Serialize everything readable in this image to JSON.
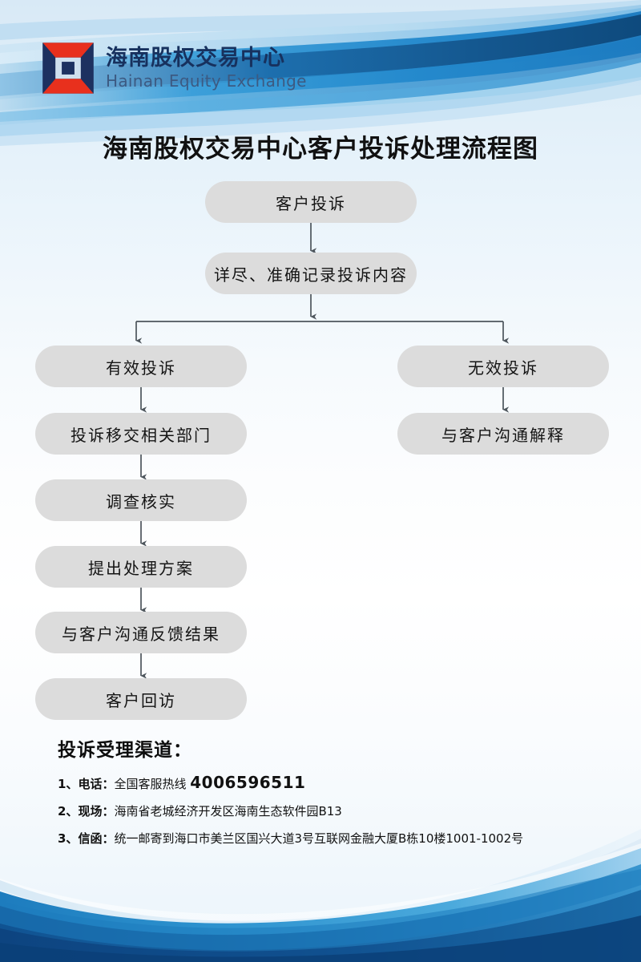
{
  "brand": {
    "logo_icon": "hainan-equity-diamond-logo",
    "name_cn": "海南股权交易中心",
    "name_en": "Hainan Equity Exchange",
    "colors": {
      "logo_navy": "#1d3160",
      "logo_red": "#e8301d",
      "band_dark_blue": "#1668a8",
      "band_blue": "#2e9ad8",
      "band_deep": "#114f8c",
      "page_bg_top": "#d8e9f6"
    }
  },
  "title": "海南股权交易中心客户投诉处理流程图",
  "flowchart": {
    "type": "flowchart",
    "node_fill": "#dcdcdc",
    "connector_color": "#4d555c",
    "nodes": [
      {
        "id": "n1",
        "label": "客户投诉"
      },
      {
        "id": "n2",
        "label": "详尽、准确记录投诉内容"
      },
      {
        "id": "n3",
        "label": "有效投诉"
      },
      {
        "id": "n4",
        "label": "无效投诉"
      },
      {
        "id": "n5",
        "label": "投诉移交相关部门"
      },
      {
        "id": "n6",
        "label": "与客户沟通解释"
      },
      {
        "id": "n7",
        "label": "调查核实"
      },
      {
        "id": "n8",
        "label": "提出处理方案"
      },
      {
        "id": "n9",
        "label": "与客户沟通反馈结果"
      },
      {
        "id": "n10",
        "label": "客户回访"
      }
    ],
    "edges": [
      {
        "from": "n1",
        "to": "n2"
      },
      {
        "from": "n2",
        "to": "n3"
      },
      {
        "from": "n2",
        "to": "n4"
      },
      {
        "from": "n3",
        "to": "n5"
      },
      {
        "from": "n4",
        "to": "n6"
      },
      {
        "from": "n5",
        "to": "n7"
      },
      {
        "from": "n7",
        "to": "n8"
      },
      {
        "from": "n8",
        "to": "n9"
      },
      {
        "from": "n9",
        "to": "n10"
      }
    ]
  },
  "contact": {
    "heading": "投诉受理渠道：",
    "items": [
      {
        "index": "1、",
        "label": "电话：",
        "text": "全国客服热线 ",
        "phone": "4006596511"
      },
      {
        "index": "2、",
        "label": "现场：",
        "text": "海南省老城经济开发区海南生态软件园B13",
        "phone": ""
      },
      {
        "index": "3、",
        "label": "信函：",
        "text": "统一邮寄到海口市美兰区国兴大道3号互联网金融大厦B栋10楼1001-1002号",
        "phone": ""
      }
    ]
  }
}
